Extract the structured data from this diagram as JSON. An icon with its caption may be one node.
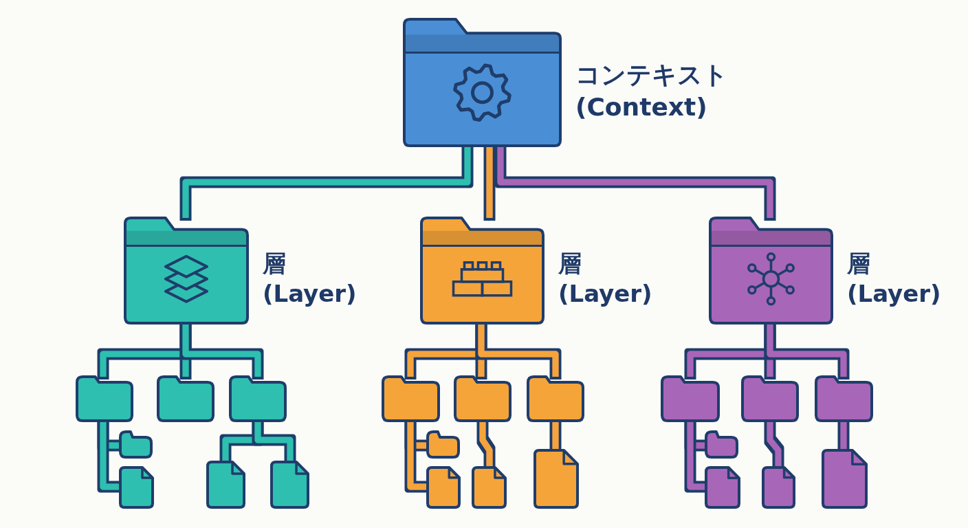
{
  "diagram": {
    "nodes": [
      {
        "text": [
          "コンテキスト (Context)"
        ]
      },
      {
        "text": [
          "層 (Layer)"
        ]
      },
      {
        "text": [
          "層 (Layer)"
        ]
      },
      {
        "text": [
          "層 (Layer)"
        ]
      },
      {
        "text": [],
        "shape": "folder"
      },
      {
        "text": [],
        "shape": "folder"
      },
      {
        "text": [],
        "shape": "folder"
      },
      {
        "text": [],
        "shape": "folder"
      },
      {
        "text": [],
        "shape": "file"
      },
      {
        "text": [],
        "shape": "file"
      },
      {
        "text": [],
        "shape": "file"
      },
      {
        "text": [],
        "shape": "folder"
      },
      {
        "text": [],
        "shape": "folder"
      },
      {
        "text": [],
        "shape": "folder"
      },
      {
        "text": [],
        "shape": "folder"
      },
      {
        "text": [],
        "shape": "file"
      },
      {
        "text": [],
        "shape": "file"
      },
      {
        "text": [],
        "shape": "file"
      },
      {
        "text": [],
        "shape": "folder"
      },
      {
        "text": [],
        "shape": "folder"
      },
      {
        "text": [],
        "shape": "folder"
      },
      {
        "text": [],
        "shape": "folder"
      },
      {
        "text": [],
        "shape": "file"
      },
      {
        "text": [],
        "shape": "file"
      },
      {
        "text": [],
        "shape": "file"
      }
    ],
    "edges": [
      {
        "from": 0,
        "to": 1,
        "arrow": "none",
        "color": "#2fbfb0"
      },
      {
        "from": 0,
        "to": 2,
        "arrow": "none",
        "color": "#f5a43a"
      },
      {
        "from": 0,
        "to": 3,
        "arrow": "none",
        "color": "#a866b8"
      },
      {
        "from": 1,
        "to": 4,
        "arrow": "none",
        "color": "#2fbfb0"
      },
      {
        "from": 1,
        "to": 5,
        "arrow": "none",
        "color": "#2fbfb0"
      },
      {
        "from": 1,
        "to": 6,
        "arrow": "none",
        "color": "#2fbfb0"
      },
      {
        "from": 4,
        "to": 7,
        "arrow": "none",
        "color": "#2fbfb0"
      },
      {
        "from": 4,
        "to": 8,
        "arrow": "none",
        "color": "#2fbfb0"
      },
      {
        "from": 6,
        "to": 9,
        "arrow": "none",
        "color": "#2fbfb0"
      },
      {
        "from": 6,
        "to": 10,
        "arrow": "none",
        "color": "#2fbfb0"
      },
      {
        "from": 2,
        "to": 11,
        "arrow": "none",
        "color": "#f5a43a"
      },
      {
        "from": 2,
        "to": 12,
        "arrow": "none",
        "color": "#f5a43a"
      },
      {
        "from": 2,
        "to": 13,
        "arrow": "none",
        "color": "#f5a43a"
      },
      {
        "from": 11,
        "to": 14,
        "arrow": "none",
        "color": "#f5a43a"
      },
      {
        "from": 11,
        "to": 15,
        "arrow": "none",
        "color": "#f5a43a"
      },
      {
        "from": 12,
        "to": 16,
        "arrow": "none",
        "color": "#f5a43a"
      },
      {
        "from": 13,
        "to": 17,
        "arrow": "none",
        "color": "#f5a43a"
      },
      {
        "from": 3,
        "to": 18,
        "arrow": "none",
        "color": "#a866b8"
      },
      {
        "from": 3,
        "to": 19,
        "arrow": "none",
        "color": "#a866b8"
      },
      {
        "from": 3,
        "to": 20,
        "arrow": "none",
        "color": "#a866b8"
      },
      {
        "from": 18,
        "to": 21,
        "arrow": "none",
        "color": "#a866b8"
      },
      {
        "from": 18,
        "to": 22,
        "arrow": "none",
        "color": "#a866b8"
      },
      {
        "from": 19,
        "to": 23,
        "arrow": "none",
        "color": "#a866b8"
      },
      {
        "from": 20,
        "to": 24,
        "arrow": "none",
        "color": "#a866b8"
      }
    ]
  }
}
